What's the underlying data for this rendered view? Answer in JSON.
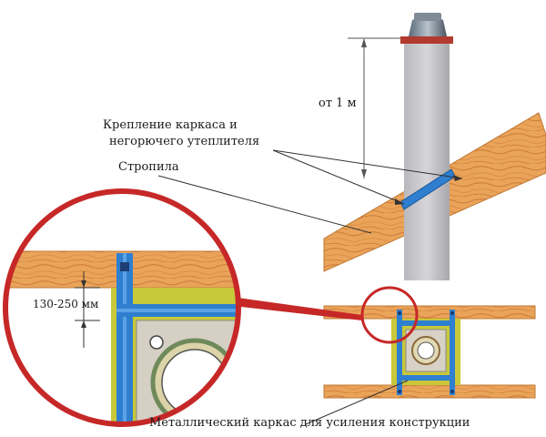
{
  "labels": {
    "height_above_roof": "от 1 м",
    "fastening_line1": "Крепление каркаса и",
    "fastening_line2": "негорючего утеплителя",
    "rafters": "Стропила",
    "gap": "130-250 мм",
    "metal_frame": "Металлический каркас для усиления конструкции"
  },
  "colors": {
    "wood": "#e9a257",
    "wood_grain": "#d2803a",
    "chimney": "#c9c9cd",
    "chimney_shadow": "#a9a9ad",
    "frame_blue": "#2f7fd0",
    "insulation_yellow": "#c8c83a",
    "magnifier_red": "#c62828",
    "leader_line": "#333333"
  }
}
